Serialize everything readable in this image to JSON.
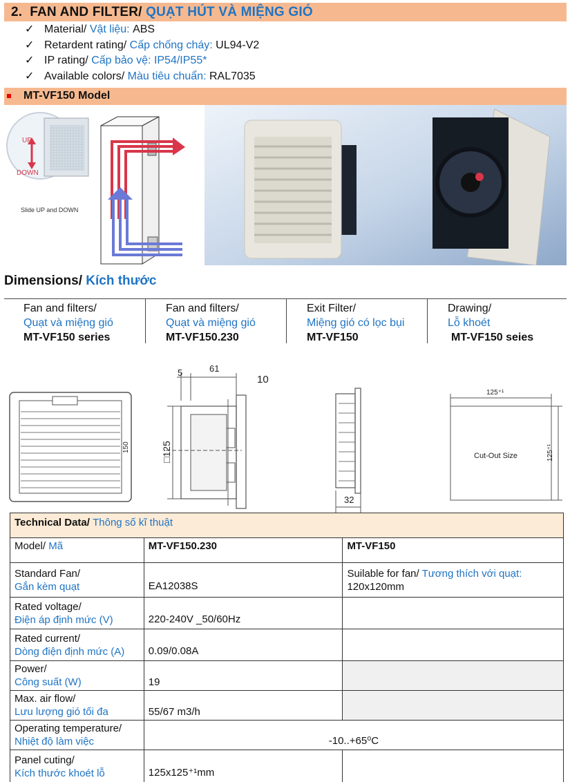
{
  "section": {
    "number": "2.",
    "title_en": "FAN AND FILTER/",
    "title_vi": "QUẠT HÚT VÀ MIỆNG GIÓ"
  },
  "features": [
    {
      "en": "Material/",
      "vi": "Vật liệu:",
      "value": "ABS"
    },
    {
      "en": "Retardent rating/",
      "vi": "Cấp chống cháy:",
      "value": "UL94-V2"
    },
    {
      "en": "IP rating/",
      "vi": "Cấp bảo vệ:",
      "value": "IP54/IP55*"
    },
    {
      "en": "Available colors/",
      "vi": "Màu tiêu chuẩn:",
      "value": "RAL7035"
    }
  ],
  "model_bar": "MT-VF150 Model",
  "illustration": {
    "up": "UP",
    "down": "DOWN",
    "caption": "Slide UP and DOWN"
  },
  "dimensions": {
    "title_en": "Dimensions/",
    "title_vi": "Kích thước",
    "columns": [
      {
        "en": "Fan and filters/",
        "vi": "Quạt và miệng gió",
        "model": "MT-VF150 series"
      },
      {
        "en": "Fan and filters/",
        "vi": "Quạt và miệng gió",
        "model": "MT-VF150.230"
      },
      {
        "en": "Exit Filter/",
        "vi": "Miệng gió có lọc bụi",
        "model": "MT-VF150"
      },
      {
        "en": "Drawing/",
        "vi": "Lỗ khoét",
        "model": "MT-VF150 seies"
      }
    ]
  },
  "drawings": {
    "front_height": "150",
    "side_top_a": "5",
    "side_top_b": "61",
    "side_top_c": "10",
    "side_height": "□125",
    "exit_depth": "32",
    "cutout_width": "125⁺¹",
    "cutout_height": "125⁺¹",
    "cutout_label": "Cut-Out Size"
  },
  "tech": {
    "title_en": "Technical Data/",
    "title_vi": "Thông số kĩ thuật",
    "rows": [
      {
        "label_en": "Model/",
        "label_vi": "Mã",
        "v1": "MT-VF150.230",
        "v2": "MT-VF150"
      },
      {
        "label_en": "Standard Fan/",
        "label_vi": "Gắn kèm quạt",
        "v1": "EA12038S",
        "v2_en": "Suilable for fan/",
        "v2_vi": "Tương thích với quạt:",
        "v2_val": "120x120mm"
      },
      {
        "label_en": "Rated voltage/",
        "label_vi": "Điện áp định mức (V)",
        "v1": "220-240V _50/60Hz"
      },
      {
        "label_en": "Rated current/",
        "label_vi": "Dòng điện định mức (A)",
        "v1": "0.09/0.08A"
      },
      {
        "label_en": "Power/",
        "label_vi": "Công suất (W)",
        "v1": "19"
      },
      {
        "label_en": "Max. air flow/",
        "label_vi": "Lưu lượng gió tối đa",
        "v1": "55/67 m3/h"
      },
      {
        "label_en": "Operating temperature/",
        "label_vi": "Nhiệt độ làm việc",
        "v_span": "-10..+65⁰C"
      },
      {
        "label_en": "Panel cuting/",
        "label_vi": "Kích thước khoét lỗ",
        "v1": "125x125⁺¹mm"
      }
    ]
  }
}
